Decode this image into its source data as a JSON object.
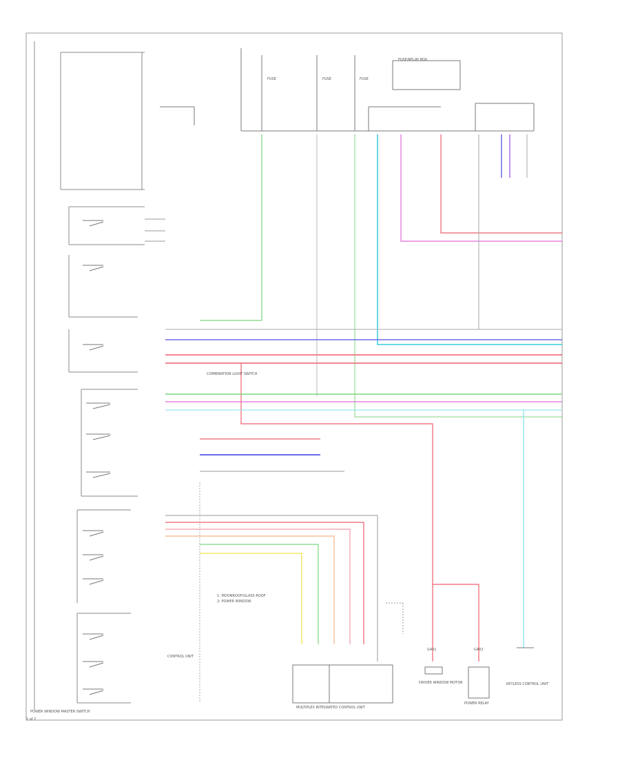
{
  "labels": {
    "relay": "FUSE/RELAY BOX",
    "fuse_top": "FUSE",
    "fuse_top2": "FUSE",
    "fuse_top3": "FUSE",
    "mid_note": "COMBINATION LIGHT SWITCH",
    "lower_note_1": "1: MOONROOF/GLASS ROOF",
    "lower_note_2": "2: POWER WINDOW",
    "control_unit": "CONTROL UNIT",
    "component_box": "MULTIPLEX INTEGRATED CONTROL UNIT",
    "bottom_left_title": "POWER WINDOW MASTER SWITCH",
    "corner": "1 of 2",
    "driver_window": "DRIVER WINDOW MOTOR",
    "power_relay": "POWER RELAY",
    "remote_unit": "KEYLESS CONTROL UNIT",
    "ground_1": "G401",
    "ground_2": "G402"
  }
}
